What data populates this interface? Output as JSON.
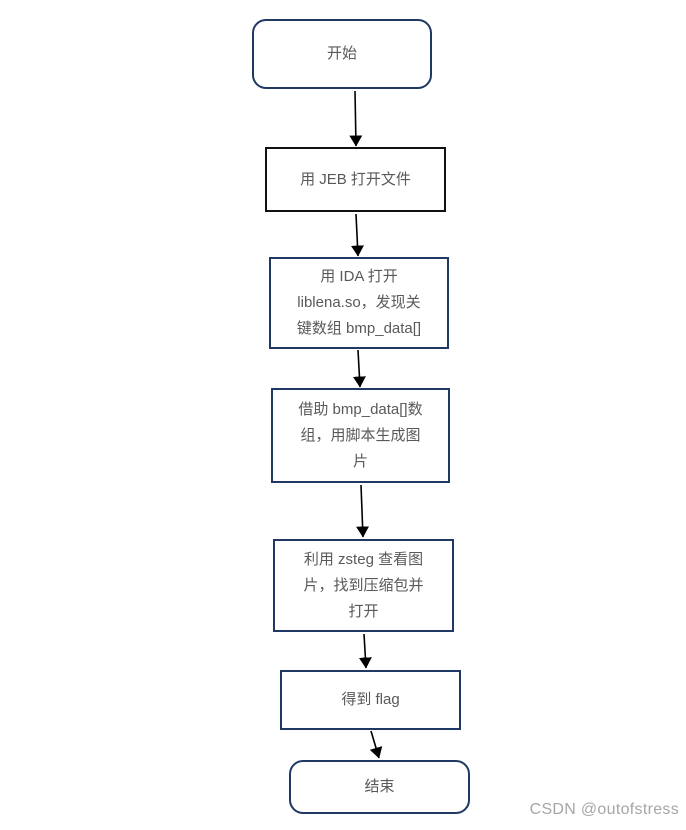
{
  "diagram": {
    "type": "flowchart",
    "nodes": [
      {
        "id": "start",
        "shape": "terminator",
        "label": "开始"
      },
      {
        "id": "open-jeb",
        "shape": "process",
        "label": "用 JEB 打开文件"
      },
      {
        "id": "open-ida",
        "shape": "process",
        "label": "用 IDA 打开\nliblena.so，发现关\n键数组 bmp_data[]"
      },
      {
        "id": "gen-image",
        "shape": "process",
        "label": "借助 bmp_data[]数\n组，用脚本生成图\n片"
      },
      {
        "id": "zsteg",
        "shape": "process",
        "label": "利用 zsteg 查看图\n片，找到压缩包并\n打开"
      },
      {
        "id": "get-flag",
        "shape": "process",
        "label": "得到 flag"
      },
      {
        "id": "end",
        "shape": "terminator",
        "label": "结束"
      }
    ],
    "edges": [
      {
        "from": "start",
        "to": "open-jeb"
      },
      {
        "from": "open-jeb",
        "to": "open-ida"
      },
      {
        "from": "open-ida",
        "to": "gen-image"
      },
      {
        "from": "gen-image",
        "to": "zsteg"
      },
      {
        "from": "zsteg",
        "to": "get-flag"
      },
      {
        "from": "get-flag",
        "to": "end"
      }
    ]
  },
  "watermark": {
    "text": "CSDN @outofstress"
  },
  "colors": {
    "border_navy": "#1f3864",
    "border_black": "#111111",
    "text": "#595959",
    "arrow": "#000000",
    "watermark": "#a6a6a6",
    "bg": "#ffffff"
  }
}
